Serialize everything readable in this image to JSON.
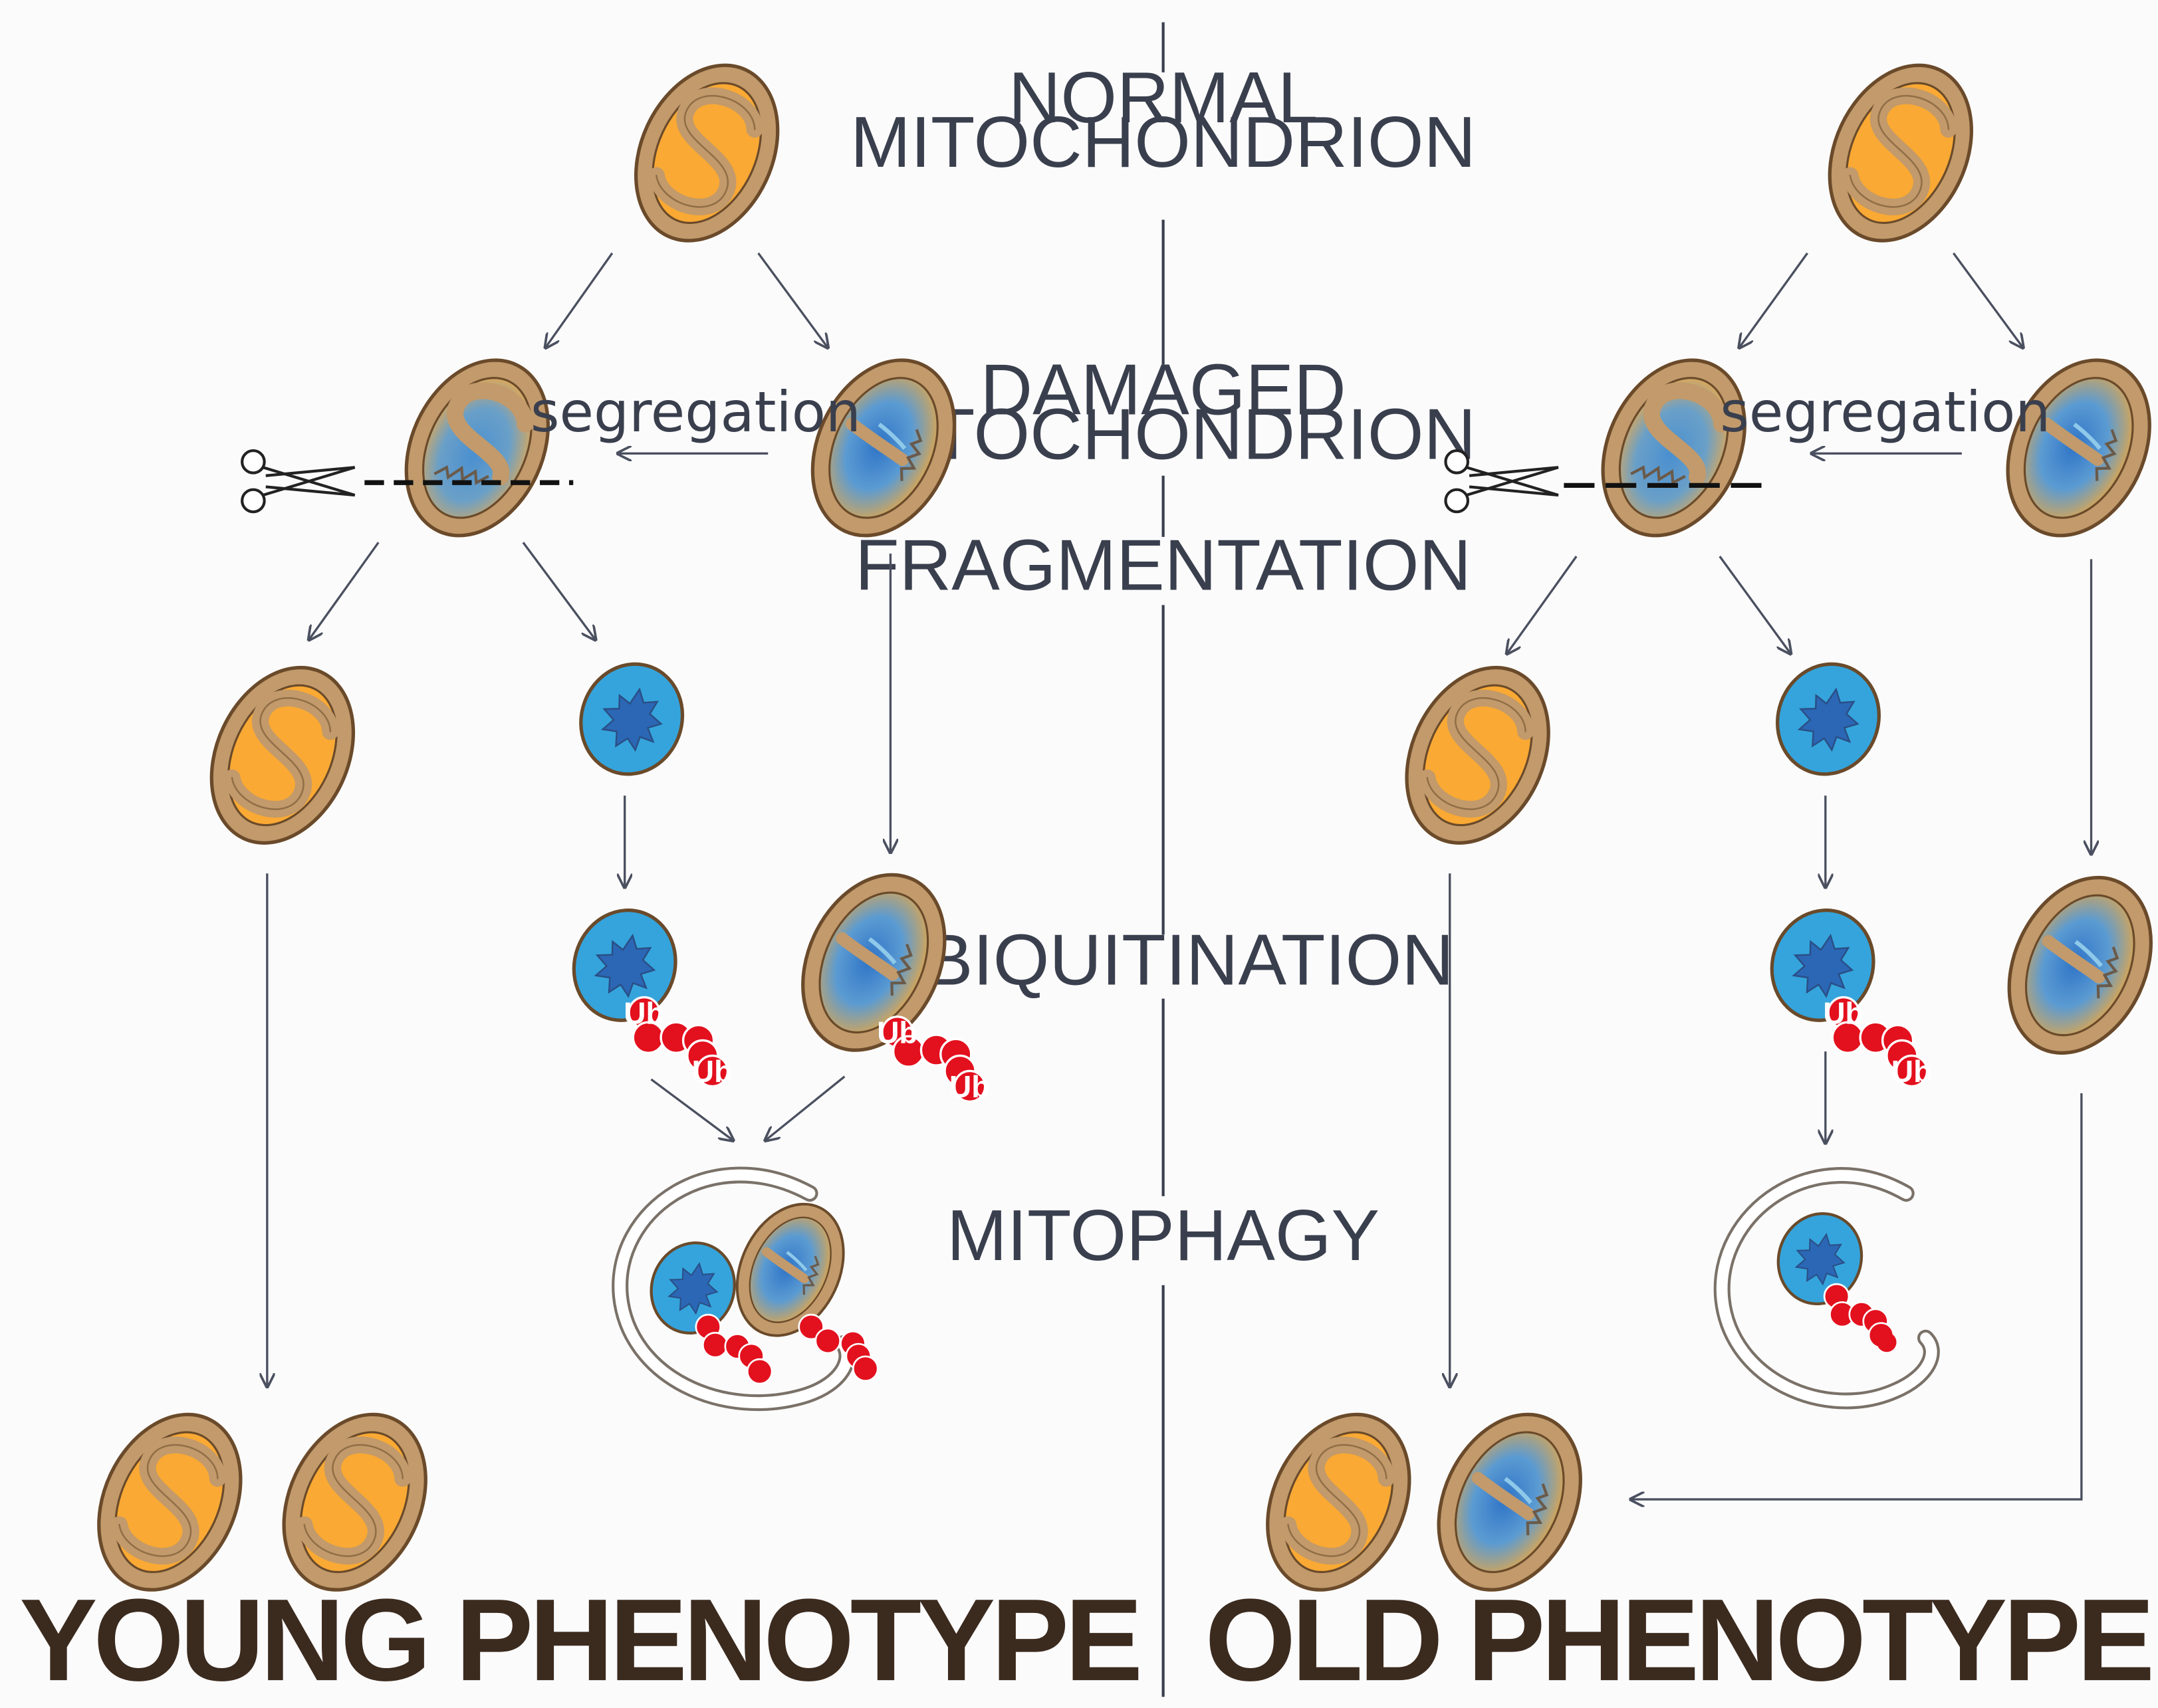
{
  "stages": {
    "normal": [
      "NORMAL",
      "MITOCHONDRION"
    ],
    "damaged": [
      "DAMAGED",
      "MITOCHONDRION"
    ],
    "fragmentation": "FRAGMENTATION",
    "ubiquitination": "UBIQUITINATION",
    "mitophagy": "MITOPHAGY"
  },
  "segregation_label": "segregation",
  "ubiquitin_label": "Ub",
  "phenotypes": {
    "young": "YOUNG PHENOTYPE",
    "old": "OLD PHENOTYPE"
  },
  "colors": {
    "healthy_matrix": "#f9a934",
    "outer_membrane": "#c29a6b",
    "membrane_outline": "#6a4a2a",
    "damaged_matrix": "#35a4dc",
    "damaged_core": "#2b67b5",
    "ubiquitin": "#e3101e",
    "arrow": "#4b5060",
    "text": "#3a3f4e",
    "phenotype_text": "#3b2a1e"
  },
  "icons": [
    "scissors-icon"
  ]
}
